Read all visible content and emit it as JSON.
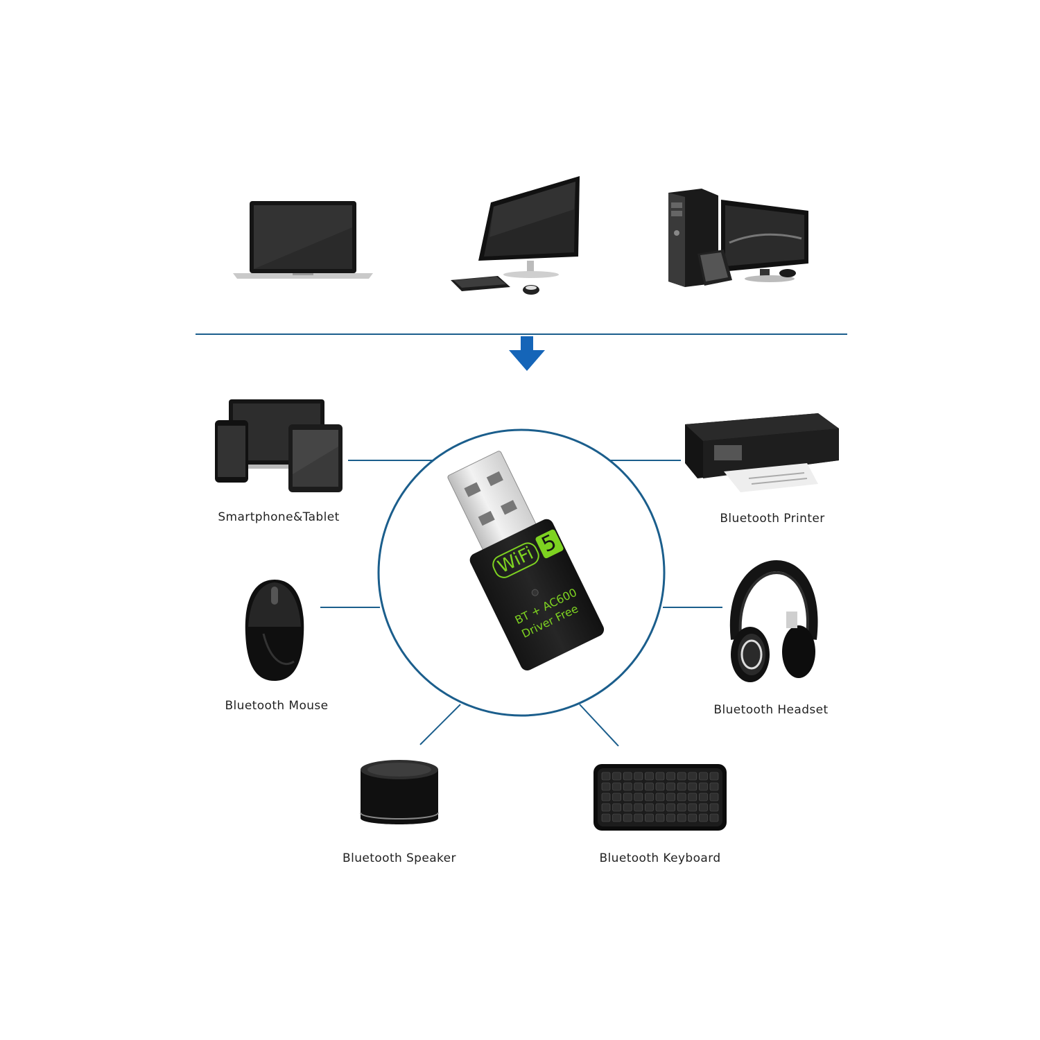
{
  "colors": {
    "line": "#1b5e8c",
    "arrow": "#1565b8",
    "accent": "#7ed321",
    "device": "#111111"
  },
  "top_devices": [
    {
      "icon": "laptop-icon"
    },
    {
      "icon": "monitor-keyboard-icon"
    },
    {
      "icon": "desktop-tower-icon"
    }
  ],
  "center": {
    "icon": "usb-wifi-adapter-icon",
    "printed_text": {
      "brand": "WiFi",
      "number": "5",
      "line1": "BT + AC600",
      "line2": "Driver Free"
    }
  },
  "peripherals": {
    "smartphone_tablet": {
      "label": "Smartphone&Tablet",
      "icon": "smartphone-tablet-icon"
    },
    "printer": {
      "label": "Bluetooth Printer",
      "icon": "printer-icon"
    },
    "mouse": {
      "label": "Bluetooth Mouse",
      "icon": "mouse-icon"
    },
    "headset": {
      "label": "Bluetooth Headset",
      "icon": "headphones-icon"
    },
    "speaker": {
      "label": "Bluetooth Speaker",
      "icon": "speaker-icon"
    },
    "keyboard": {
      "label": "Bluetooth Keyboard",
      "icon": "keyboard-icon"
    }
  }
}
